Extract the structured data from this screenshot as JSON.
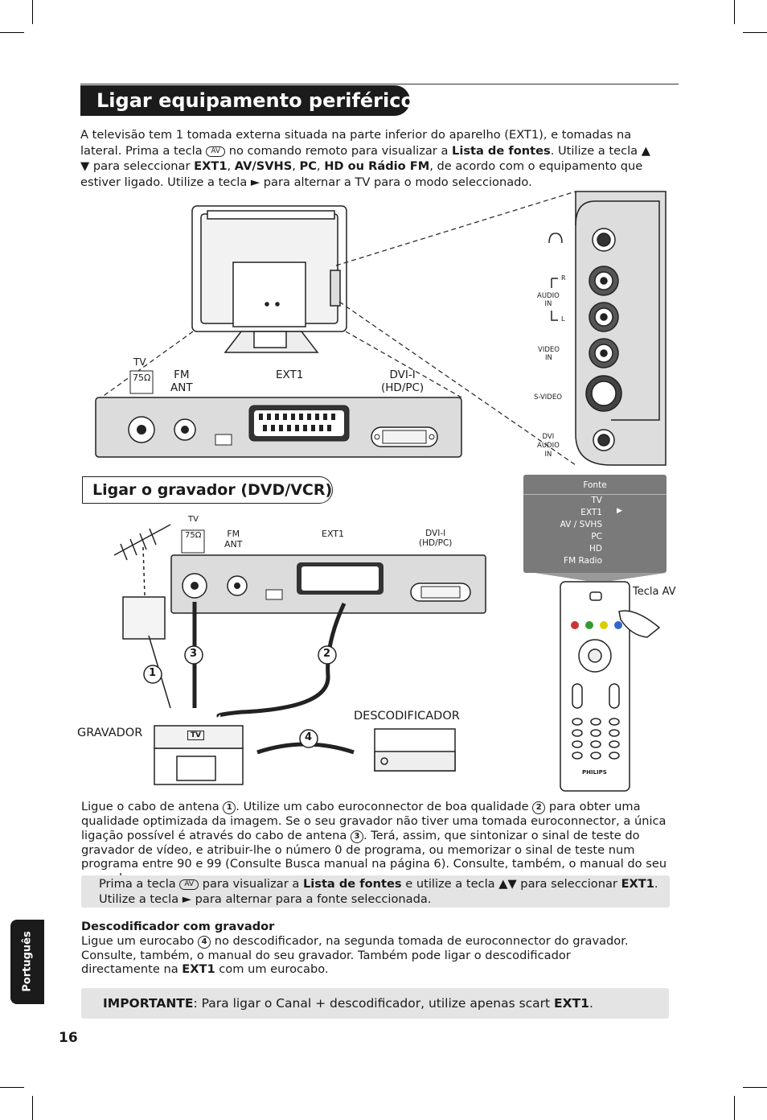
{
  "page": {
    "title": "Ligar equipamento periférico",
    "number": "16",
    "language_tab": "Português"
  },
  "intro": {
    "t1": "A televisão tem 1 tomada externa situada na parte inferior do aparelho (EXT1), e tomadas na lateral. Prima a tecla ",
    "av_key": "AV",
    "t2": " no comando remoto para visualizar a ",
    "b1": "Lista de fontes",
    "t3": ". Utilize a tecla ▲ ▼ para seleccionar ",
    "b2": "EXT1",
    "t4": ", ",
    "b3": "AV/SVHS",
    "t5": ", ",
    "b4": "PC",
    "t6": ", ",
    "b5": "HD ou Rádio FM",
    "t7": ", de acordo com o equipamento que estiver ligado. Utilize a tecla ► para alternar a TV para o modo seleccionado."
  },
  "diagram_top": {
    "tv_label": "TV",
    "ohm_label": "75Ω",
    "fm_label_1": "FM",
    "fm_label_2": "ANT",
    "ext1_label": "EXT1",
    "dvi_label_1": "DVI-I",
    "dvi_label_2": "(HD/PC)"
  },
  "side_panel": {
    "audio_in_1": "AUDIO",
    "audio_in_2": "IN",
    "r_label": "R",
    "l_label": "L",
    "video_in_1": "VIDEO",
    "video_in_2": "IN",
    "svideo": "S-VIDEO",
    "dvi_audio_1": "DVI",
    "dvi_audio_2": "AUDIO",
    "dvi_audio_3": "IN"
  },
  "subsection": {
    "title": "Ligar o gravador (DVD/VCR)"
  },
  "diagram_bottom": {
    "tv_label": "TV",
    "ohm_label": "75Ω",
    "fm_label_1": "FM",
    "fm_label_2": "ANT",
    "ext1_label": "EXT1",
    "dvi_label_1": "DVI-I",
    "dvi_label_2": "(HD/PC)",
    "gravador": "GRAVADOR",
    "descodificador": "DESCODIFICADOR",
    "tv_badge": "TV",
    "num1": "1",
    "num2": "2",
    "num3": "3",
    "num4": "4"
  },
  "source_menu": {
    "title": "Fonte",
    "items": [
      "TV",
      "EXT1",
      "AV / SVHS",
      "PC",
      "HD",
      "FM Radio"
    ]
  },
  "remote": {
    "tecla_av": "Tecla AV",
    "brand": "PHILIPS"
  },
  "paragraph": {
    "t1": "Ligue o cabo de antena ",
    "c1": "1",
    "t2": ". Utilize um cabo euroconnector de boa qualidade ",
    "c2": "2",
    "t3": " para obter uma qualidade optimizada da imagem. Se o seu gravador não tiver uma tomada euroconnector, a única ligação possível é através do cabo de antena ",
    "c3": "3",
    "t4": ". Terá, assim, que sintonizar o sinal de teste do gravador de vídeo, e atribuir-lhe o  número 0 de programa, ou memorizar o sinal de teste num programa entre 90 e 99 (Consulte Busca manual na página 6). Consulte, também, o manual do seu gravador."
  },
  "box1": {
    "t1": "Prima a tecla ",
    "av_key": "AV",
    "t2": " para visualizar a ",
    "b1": "Lista de fontes",
    "t3": " e utilize a tecla ▲▼ para seleccionar ",
    "b2": "EXT1",
    "t4": ". Utilize a tecla ► para alternar para a fonte seleccionada."
  },
  "decoder": {
    "heading": "Descodificador com gravador",
    "t1": "Ligue um eurocabo ",
    "c4": "4",
    "t2": " no descodificador, na segunda tomada de euroconnector do gravador. Consulte, também, o manual do seu gravador. Também pode ligar o descodificador directamente na ",
    "b1": "EXT1",
    "t3": " com um eurocabo."
  },
  "important": {
    "label": "IMPORTANTE",
    "text": ": Para ligar o Canal + descodificador, utilize apenas scart ",
    "b1": "EXT1",
    "end": "."
  }
}
